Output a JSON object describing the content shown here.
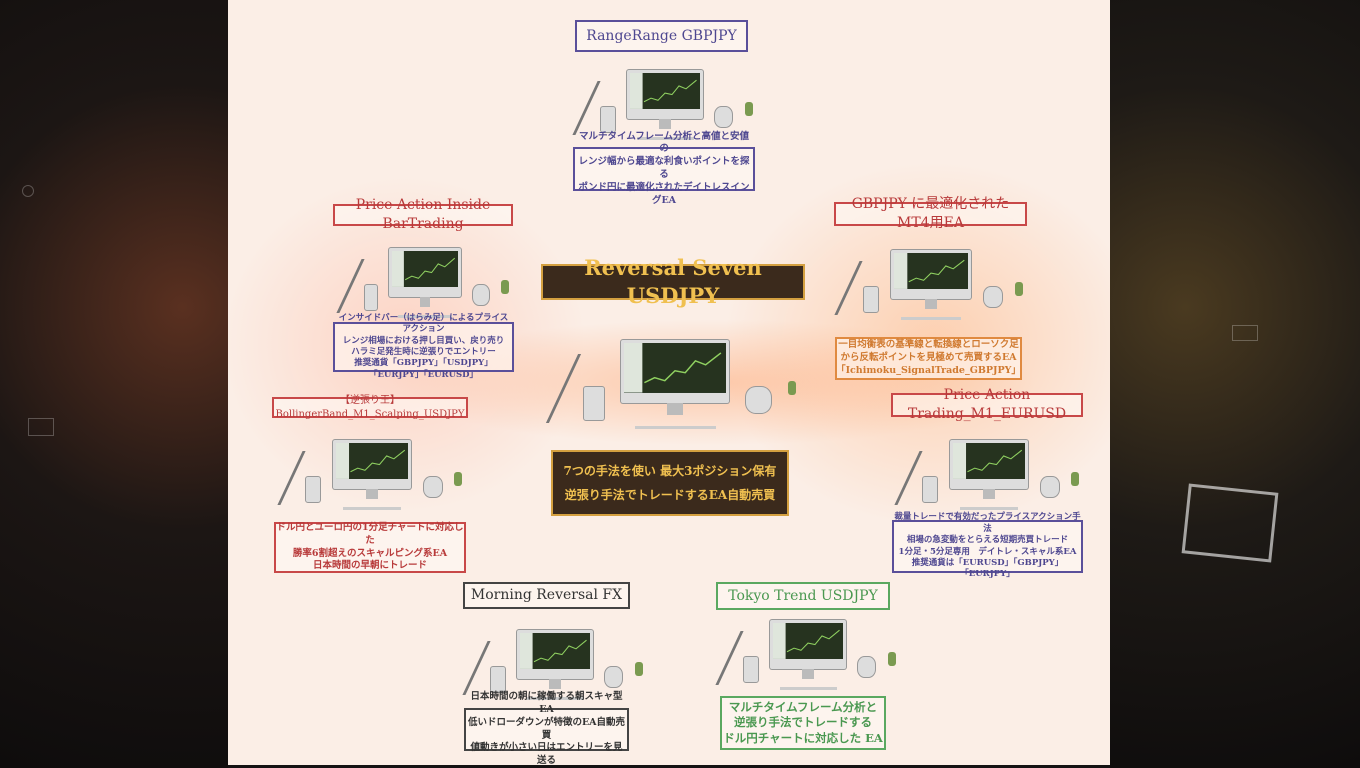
{
  "center": {
    "title": "Reversal Seven USDJPY",
    "desc": [
      "7つの手法を使い 最大3ポジション保有",
      "逆張り手法でトレードするEA自動売買"
    ]
  },
  "items": [
    {
      "title": "RangeRange GBPJPY",
      "desc": [
        "マルチタイムフレーム分析と高値と安値の",
        "レンジ幅から最適な利食いポイントを探る",
        "ポンド円に最適化されたデイトレスイングEA"
      ],
      "color": "#5a4f9a"
    },
    {
      "title": "Price Action Inside BarTrading",
      "desc": [
        "インサイドバー（はらみ足）によるプライスアクション",
        "レンジ相場における押し目買い、戻り売り",
        "ハラミ足発生時に逆張りでエントリー",
        "推奨通貨「GBPJPY」「USDJPY」「EURJPY」「EURUSD」"
      ],
      "color": "#c84848"
    },
    {
      "title": "GBPJPY に最適化されたMT4用EA",
      "desc": [
        "一目均衡表の基準線と転換線とローソク足",
        "から反転ポイントを見極めて売買するEA",
        "「Ichimoku_SignalTrade_GBPJPY」"
      ],
      "color": "#e08a40"
    },
    {
      "title": "【逆張り王】BollingerBand_M1_Scalping_USDJPY",
      "desc": [
        "ドル円とユーロ円の1分足チャートに対応した",
        "勝率6割超えのスキャルピング系EA",
        "日本時間の早朝にトレード"
      ],
      "color": "#c84848"
    },
    {
      "title": "Price Action Trading_M1_EURUSD",
      "desc": [
        "裁量トレードで有効だったプライスアクション手法",
        "相場の急変動をとらえる短期売買トレード",
        "1分足・5分足専用　デイトレ・スキャル系EA",
        "推奨通貨は「EURUSD」「GBPJPY」「EURJPY」"
      ],
      "color": "#5a4f9a"
    },
    {
      "title": "Morning Reversal FX",
      "desc": [
        "日本時間の朝に稼働する朝スキャ型EA",
        "低いドローダウンが特徴のEA自動売買",
        "値動きが小さい日はエントリーを見送る"
      ],
      "color": "#444444"
    },
    {
      "title": "Tokyo Trend USDJPY",
      "desc": [
        "マルチタイムフレーム分析と",
        "逆張り手法でトレードする",
        "ドル円チャートに対応した EA"
      ],
      "color": "#5aa860"
    }
  ]
}
